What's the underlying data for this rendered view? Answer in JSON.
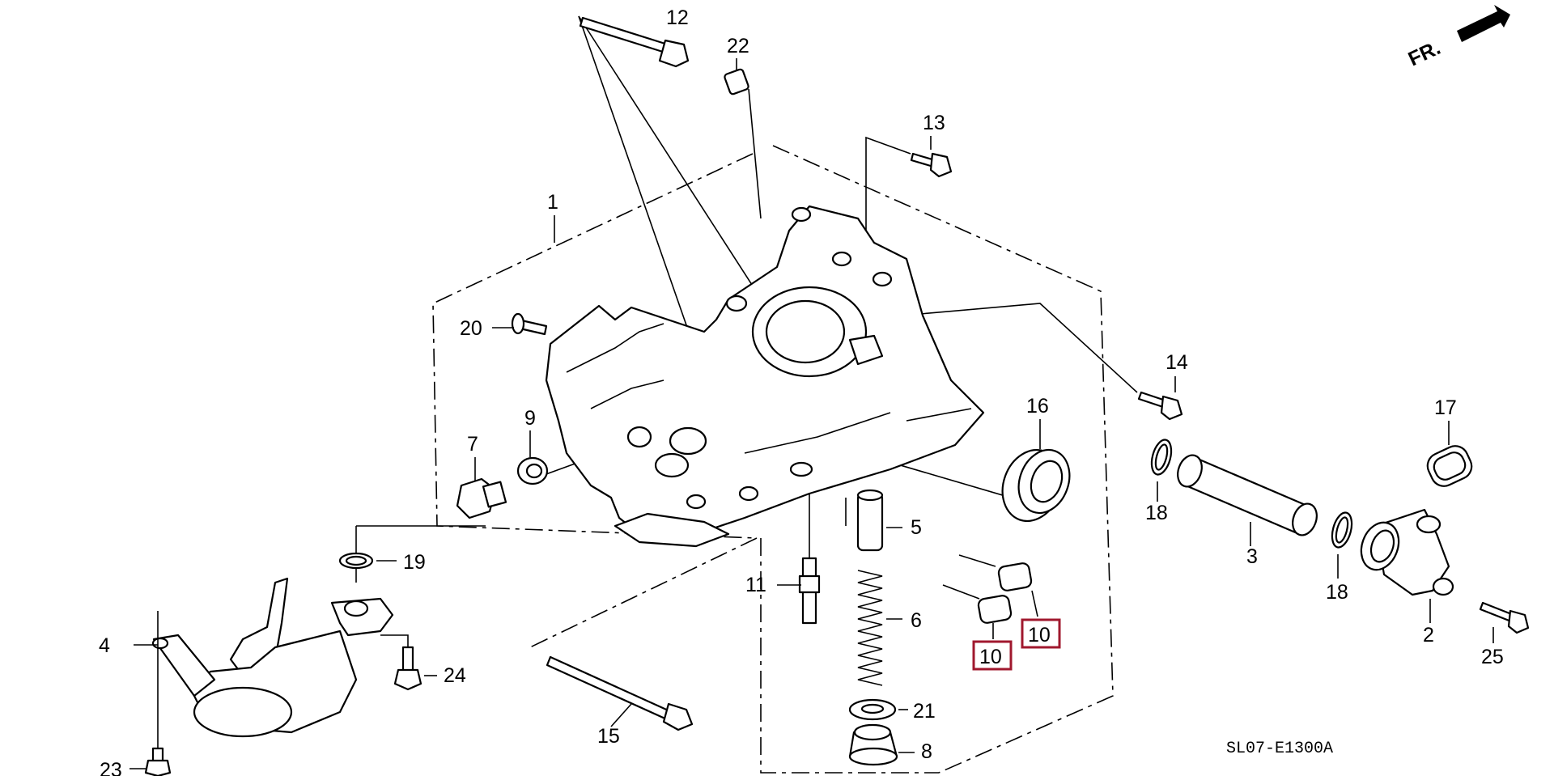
{
  "diagram": {
    "direction_label": "FR.",
    "drawing_code": "SL07-E1300A",
    "highlight_color": "#a0182e",
    "callouts": {
      "c1": "1",
      "c2": "2",
      "c3": "3",
      "c4": "4",
      "c5": "5",
      "c6": "6",
      "c7": "7",
      "c8": "8",
      "c9": "9",
      "c10a": "10",
      "c10b": "10",
      "c11": "11",
      "c12": "12",
      "c13": "13",
      "c14": "14",
      "c15": "15",
      "c16": "16",
      "c17": "17",
      "c18a": "18",
      "c18b": "18",
      "c19": "19",
      "c20": "20",
      "c21": "21",
      "c22": "22",
      "c23": "23",
      "c24": "24",
      "c25": "25"
    }
  }
}
